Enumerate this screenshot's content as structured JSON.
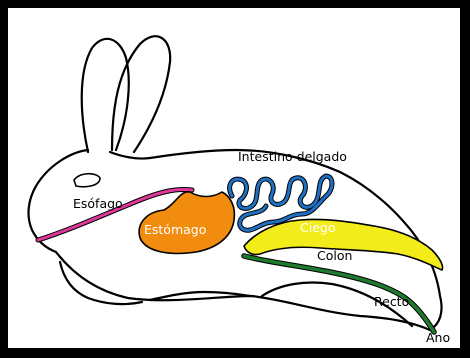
{
  "labels": {
    "esofago": "Esófago",
    "estomago": "Estómago",
    "intestino_delgado": "Intestino delgado",
    "ciego": "Ciego",
    "colon": "Colon",
    "recto": "Recto",
    "ano": "Ano"
  },
  "colors": {
    "frame": "#000000",
    "esophagus": "#e0379a",
    "stomach": "#f28c0f",
    "small_intestine": "#1f6fc2",
    "cecum": "#f2ec1a",
    "colon_rectum": "#1f7a2e"
  }
}
